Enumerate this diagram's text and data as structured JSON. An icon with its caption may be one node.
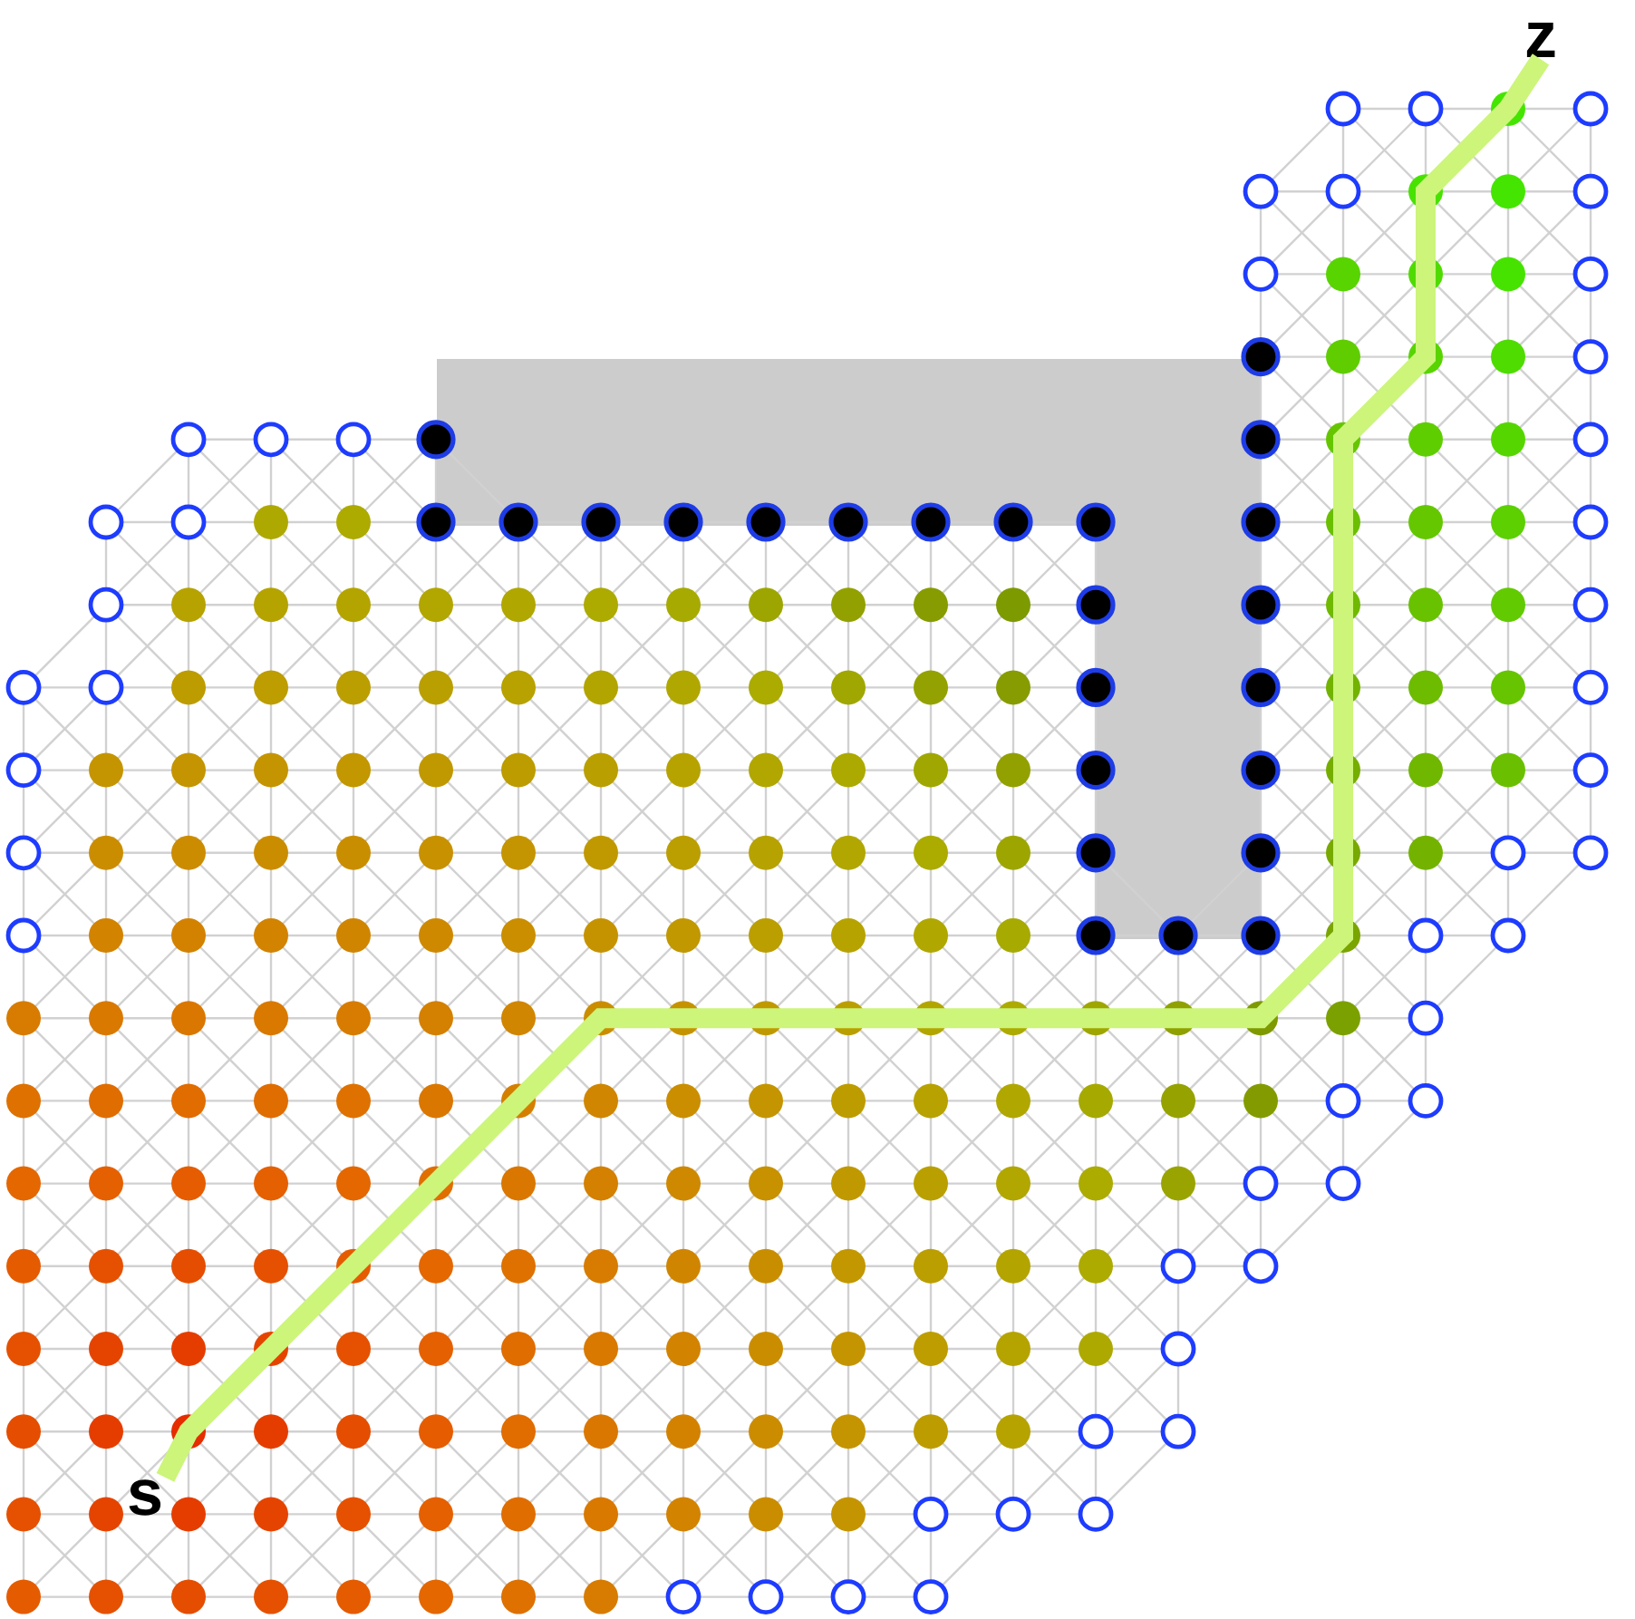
{
  "diagram": {
    "nodes": [
      {
        "text": [
          "s"
        ]
      },
      {
        "text": [
          "z"
        ]
      }
    ],
    "edges": [
      {
        "from": 0,
        "to": 1,
        "arrow": "none",
        "color": "#ccf57a"
      }
    ]
  }
}
